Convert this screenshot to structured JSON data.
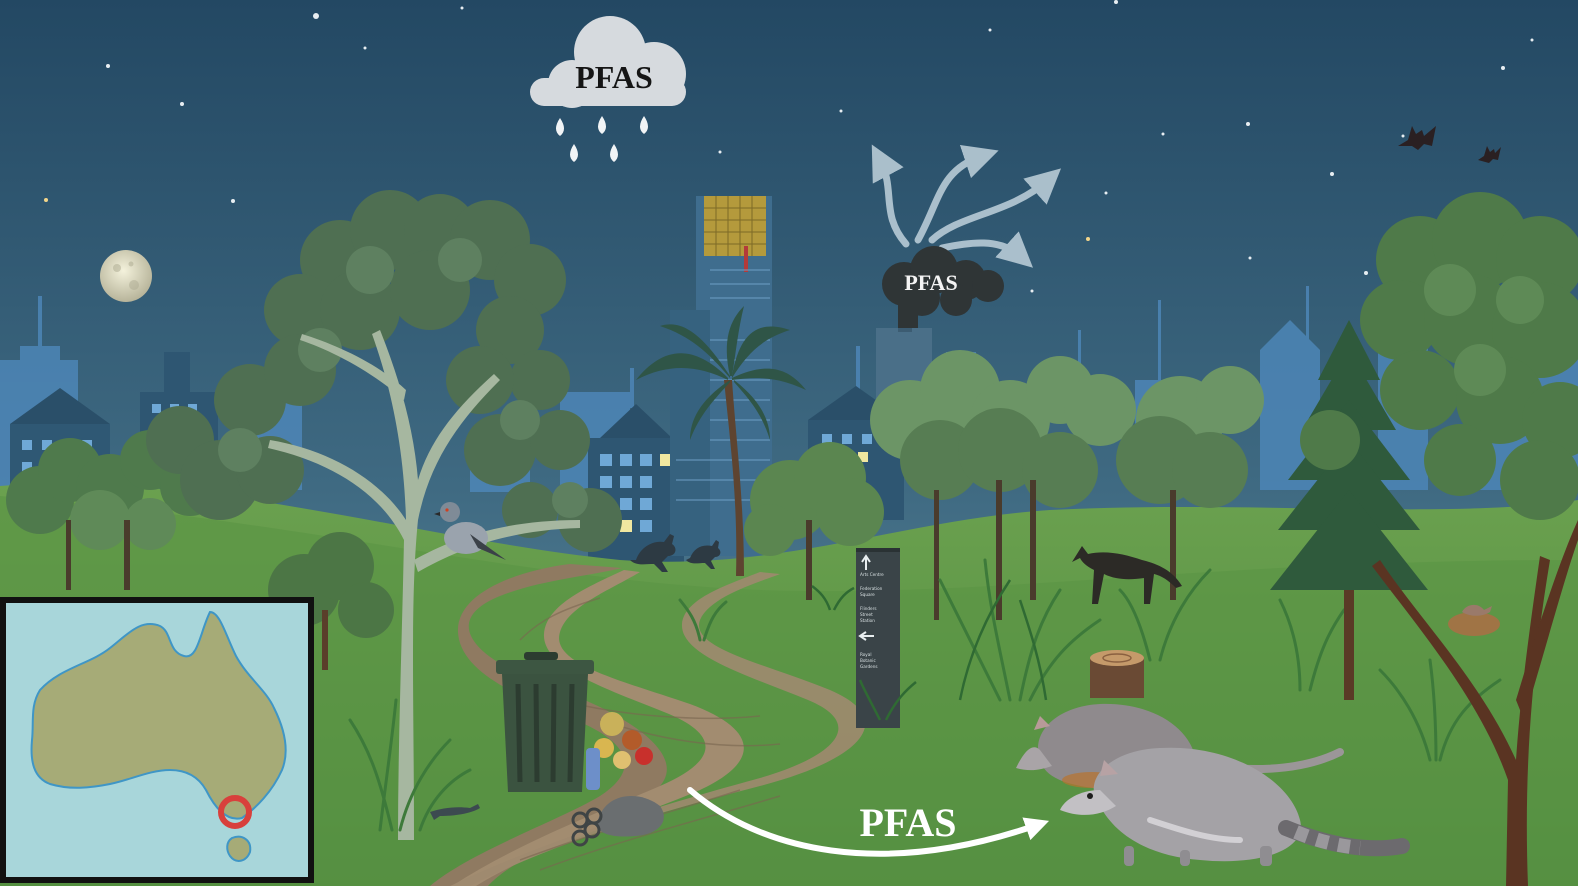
{
  "labels": {
    "rain_cloud": "PFAS",
    "smoke_cloud": "PFAS",
    "transfer_arrow": "PFAS"
  },
  "sign": {
    "entries": [
      {
        "arrow": "up",
        "lines": [
          "Arts Centre"
        ]
      },
      {
        "arrow": "none",
        "lines": [
          "Federation",
          "Square"
        ]
      },
      {
        "arrow": "none",
        "lines": [
          "Flinders",
          "Street",
          "Station"
        ]
      },
      {
        "arrow": "left",
        "lines": []
      },
      {
        "arrow": "none",
        "lines": [
          "Royal",
          "Botanic",
          "Gardens"
        ]
      }
    ]
  },
  "inset_map": {
    "region": "Australia",
    "highlight": "Melbourne, Victoria"
  },
  "icons": {
    "rain": "rain-cloud-icon",
    "smoke": "factory-smoke-icon",
    "arrow": "curved-arrow-icon"
  },
  "colors": {
    "sky_top": "#244a63",
    "sky_bottom": "#5a8398",
    "grass": "#5e9546",
    "path": "#9b8468",
    "inset_sea": "#a8d6da",
    "inset_land": "#a6ab77",
    "highlight_ring": "#d8403c"
  }
}
